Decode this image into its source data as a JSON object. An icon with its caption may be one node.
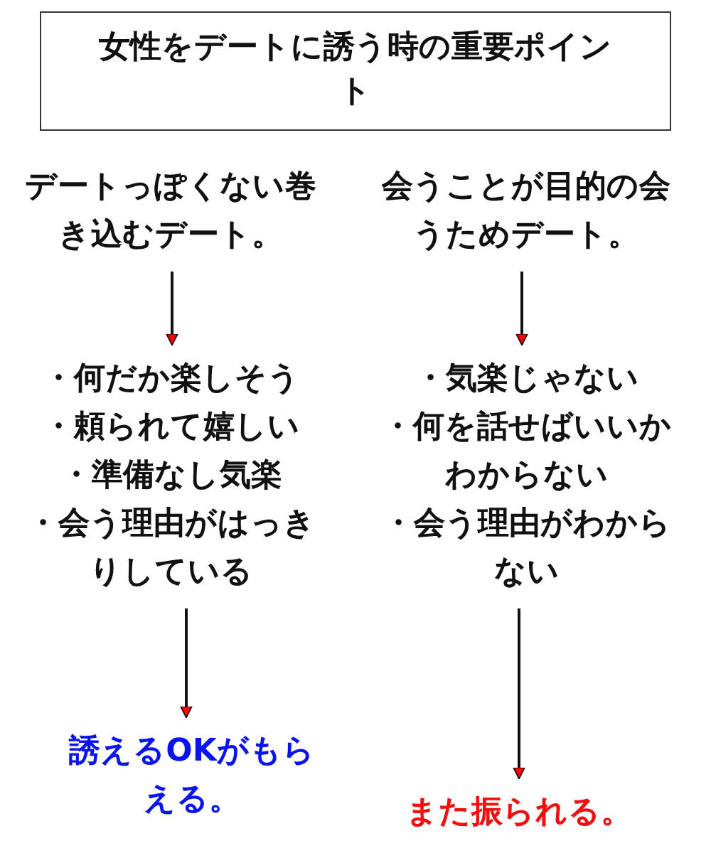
{
  "diagram": {
    "title": "女性をデートに誘う時の重要ポイント",
    "nodes": [
      {
        "text": [
          "デートっぽくない巻き込むデート。"
        ]
      },
      {
        "text": [
          "会うことが目的の会うためデート。"
        ]
      },
      {
        "text": [
          "・何だか楽しそう",
          "・頼られて嬉しい",
          "・準備なし気楽",
          "・会う理由がはっきりしている"
        ]
      },
      {
        "text": [
          "・気楽じゃない",
          "・何を話せばいいかわからない",
          "・会う理由がわからない"
        ]
      },
      {
        "text": [
          "誘えるOKがもらえる。"
        ]
      },
      {
        "text": [
          "また振られる。"
        ]
      }
    ],
    "edges": [
      {
        "from": 0,
        "to": 2,
        "arrow": "to"
      },
      {
        "from": 1,
        "to": 3,
        "arrow": "to"
      },
      {
        "from": 2,
        "to": 4,
        "arrow": "to"
      },
      {
        "from": 3,
        "to": 5,
        "arrow": "to"
      }
    ]
  }
}
